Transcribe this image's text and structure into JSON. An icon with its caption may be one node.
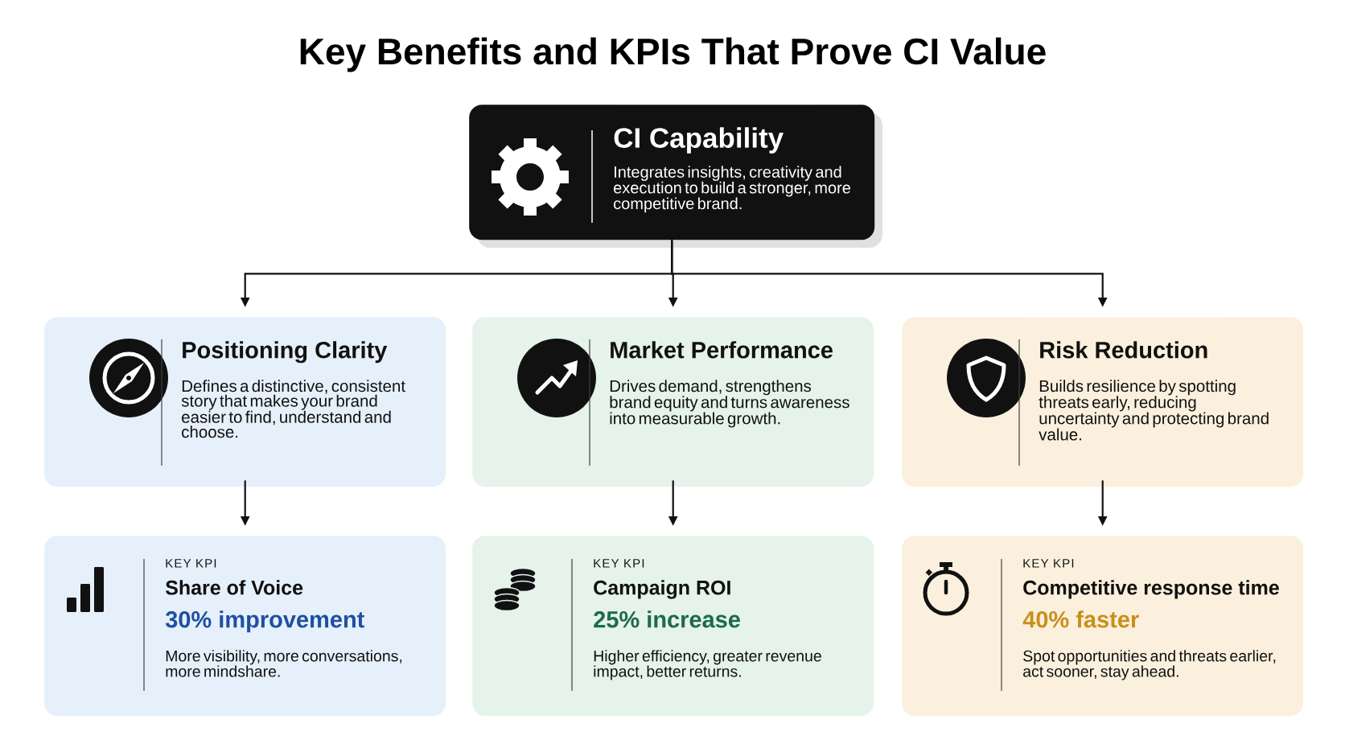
{
  "diagram": {
    "title": "Key Benefits and KPIs That Prove CI Value",
    "nodes": [
      {
        "text": [
          "CI Capability",
          "Integrates insights, creativity and execution to build a stronger, more competitive brand."
        ]
      },
      {
        "text": [
          "Positioning Clarity",
          "Defines a distinctive, consistent story that makes your brand easier to find, understand and choose."
        ]
      },
      {
        "text": [
          "Market Performance",
          "Drives demand, strengthens brand equity and turns awareness into measurable growth."
        ]
      },
      {
        "text": [
          "Risk Reduction",
          "Builds resilience by spotting threats early, reducing uncertainty and protecting brand value."
        ]
      },
      {
        "text": [
          "KEY KPI",
          "Share of Voice",
          "30% improvement",
          "More visibility, more conversations, more mindshare."
        ]
      },
      {
        "text": [
          "KEY KPI",
          "Campaign ROI",
          "25% increase",
          "Higher efficiency, greater revenue impact, better returns."
        ]
      },
      {
        "text": [
          "KEY KPI",
          "Competitive response time",
          "40% faster",
          "Spot opportunities and threats earlier, act sooner, stay ahead."
        ]
      }
    ],
    "edges": [
      {
        "from": 0,
        "to": 1,
        "arrow": "to"
      },
      {
        "from": 0,
        "to": 2,
        "arrow": "to"
      },
      {
        "from": 0,
        "to": 3,
        "arrow": "to"
      },
      {
        "from": 1,
        "to": 4,
        "arrow": "to"
      },
      {
        "from": 2,
        "to": 5,
        "arrow": "to"
      },
      {
        "from": 3,
        "to": 6,
        "arrow": "to"
      }
    ]
  }
}
